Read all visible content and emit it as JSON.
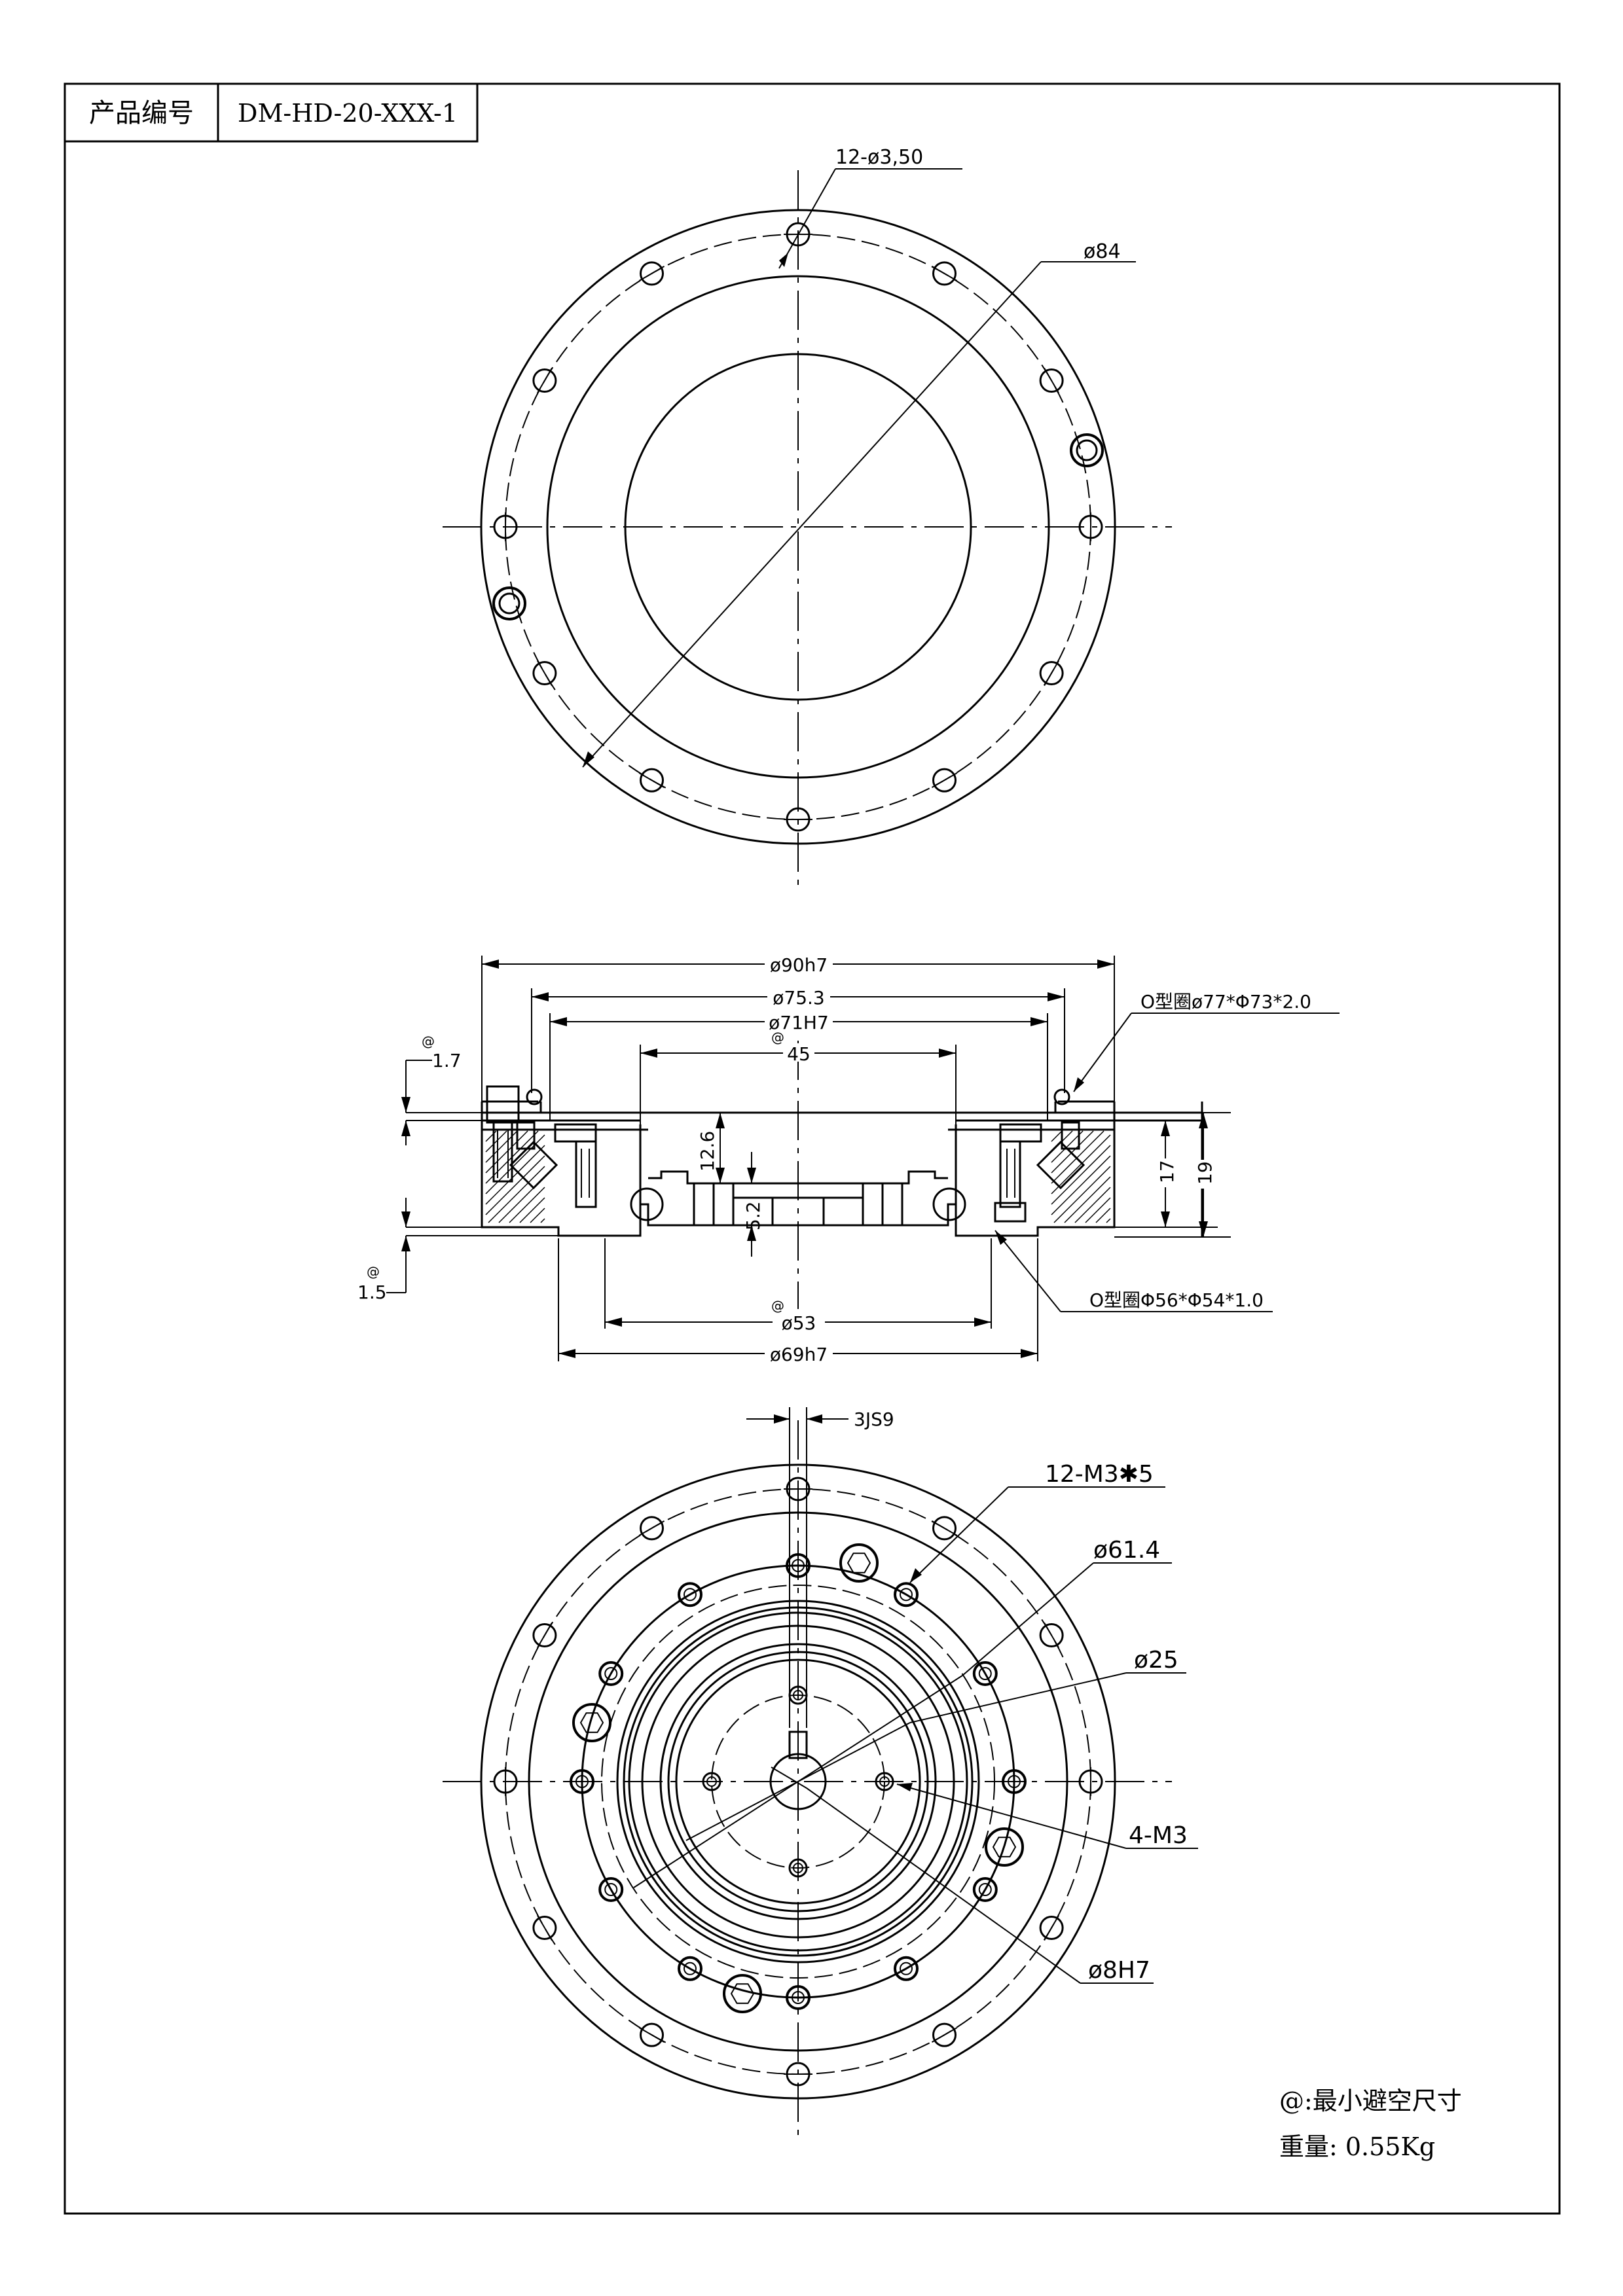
{
  "title_block": {
    "label": "产品编号",
    "value": "DM-HD-20-XXX-1"
  },
  "top_view": {
    "hole_callout": "12-ø3,50",
    "outer_dia": "ø84"
  },
  "section_view": {
    "dia_90": "ø90h7",
    "dia_75": "ø75.3",
    "dia_71": "ø71H7",
    "dia_45": "45",
    "dia_53": "ø53",
    "dia_69": "ø69h7",
    "h_12_6": "12.6",
    "h_5_2": "5.2",
    "h_17": "17",
    "h_19": "19",
    "gap_top": "1.7",
    "gap_bottom": "1.5",
    "at_mark": "@",
    "oring_top": "O型圈ø77*Φ73*2.0",
    "oring_bottom": "O型圈Φ56*Φ54*1.0"
  },
  "bottom_view": {
    "keyway": "3JS9",
    "thread_holes": "12-M3✱5",
    "dia_61": "ø61.4",
    "dia_25": "ø25",
    "inner_threads": "4-M3",
    "bore": "ø8H7"
  },
  "notes": {
    "min_clearance": "@:最小避空尺寸",
    "weight": "重量:  0.55Kg"
  }
}
